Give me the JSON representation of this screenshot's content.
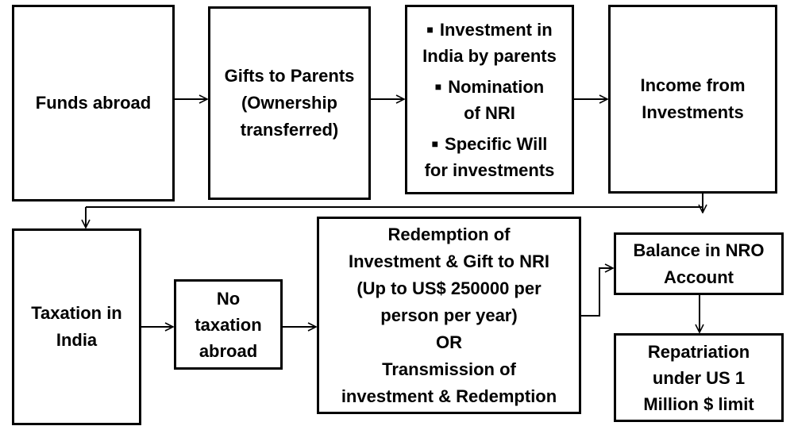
{
  "nodes": {
    "funds_abroad": [
      "Funds abroad"
    ],
    "gifts": [
      "Gifts to Parents",
      "(Ownership",
      "transferred)"
    ],
    "investment": [
      "Investment in",
      "India by parents",
      "Nomination",
      "of NRI",
      "Specific Will",
      "for investments"
    ],
    "income": [
      "Income from",
      "Investments"
    ],
    "taxation_india": [
      "Taxation in",
      "India"
    ],
    "no_taxation": [
      "No",
      "taxation",
      "abroad"
    ],
    "redemption": [
      "Redemption of",
      "Investment & Gift to NRI",
      "(Up to US$ 250000 per",
      "person per year)",
      "OR",
      "Transmission of",
      "investment & Redemption"
    ],
    "balance": [
      "Balance in NRO",
      "Account"
    ],
    "repatriation": [
      "Repatriation",
      "under US 1",
      "Million $ limit"
    ]
  },
  "bullet": "■"
}
